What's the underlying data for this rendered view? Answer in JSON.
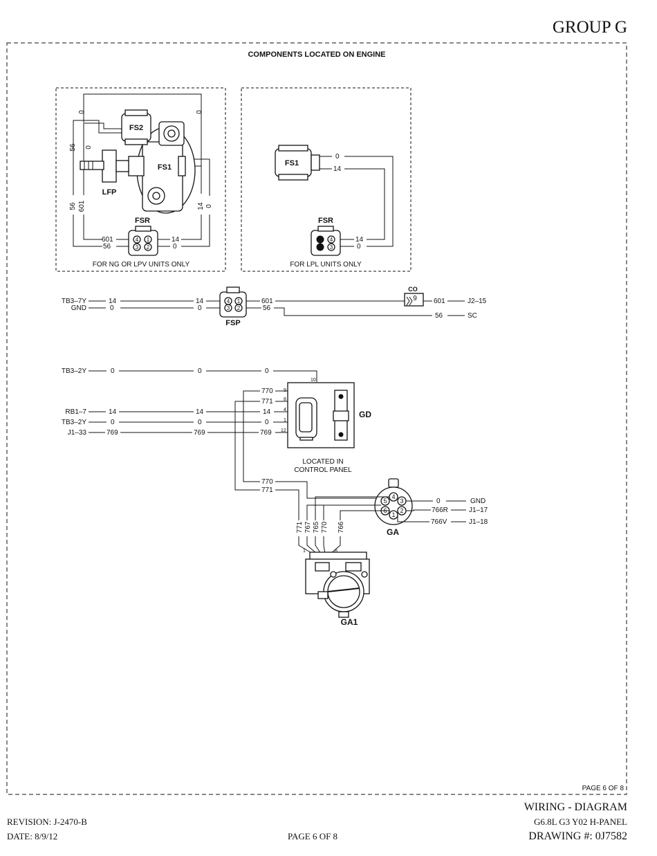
{
  "header": {
    "group": "GROUP G"
  },
  "main": {
    "title": "COMPONENTS LOCATED ON ENGINE"
  },
  "box_ng": {
    "note": "FOR NG OR LPV UNITS ONLY",
    "components": {
      "fs2": "FS2",
      "fs1": "FS1",
      "lfp": "LFP",
      "fsr": "FSR"
    },
    "wires": {
      "top_left": "0",
      "top_right": "0",
      "left_56": "56",
      "left_0": "0",
      "left2_56": "56",
      "left2_601": "601",
      "right_14": "14",
      "right_0": "0",
      "c601": "601",
      "c56": "56",
      "c14": "14",
      "c0": "0"
    },
    "pins": [
      "4",
      "1",
      "3",
      "2",
      "4",
      "1",
      "3",
      "2"
    ]
  },
  "box_lpl": {
    "note": "FOR LPL UNITS ONLY",
    "components": {
      "fs1": "FS1",
      "fsr": "FSR"
    },
    "wires": {
      "w0": "0",
      "w14": "14",
      "c14": "14",
      "c0": "0"
    },
    "pins": [
      "4",
      "3"
    ]
  },
  "fsp_section": {
    "connector": "FSP",
    "left_refs": [
      "TB3–7Y",
      "GND"
    ],
    "mid_left": [
      "14",
      "0"
    ],
    "mid_right": [
      "14",
      "0"
    ],
    "out": [
      "601",
      "56"
    ],
    "pins": [
      "4",
      "1",
      "3",
      "2"
    ],
    "co": {
      "label": "CO",
      "pin": "9",
      "wire": "601",
      "dest": "J2–15"
    },
    "sc": {
      "wire": "56",
      "dest": "SC"
    }
  },
  "gd_section": {
    "device": "GD",
    "located": [
      "LOCATED IN",
      "CONTROL PANEL"
    ],
    "tb3_2y_top": {
      "ref": "TB3–2Y",
      "w1": "0",
      "w2": "0",
      "w3": "0",
      "pin": "10"
    },
    "w770": "770",
    "w771": "771",
    "pin9": "9",
    "pin8": "8",
    "rows": [
      {
        "ref": "RB1–7",
        "w1": "14",
        "w2": "14",
        "w3": "14",
        "pin": "4"
      },
      {
        "ref": "TB3–2Y",
        "w1": "0",
        "w2": "0",
        "w3": "0",
        "pin": "1"
      },
      {
        "ref": "J1–33",
        "w1": "769",
        "w2": "769",
        "w3": "769",
        "pin": "12"
      }
    ]
  },
  "ga_section": {
    "ga": "GA",
    "ga1": "GA1",
    "w770": "770",
    "w771": "771",
    "pins": [
      "4",
      "3",
      "5",
      "2",
      "6",
      "1"
    ],
    "right": [
      {
        "wire": "0",
        "dest": "GND"
      },
      {
        "wire": "766R",
        "dest": "J1–17"
      },
      {
        "wire": "766V",
        "dest": "J1–18"
      }
    ],
    "vertical_wires": [
      "771",
      "767",
      "765",
      "770",
      "766"
    ],
    "pin_small": [
      "1",
      "8"
    ]
  },
  "page_box": "PAGE 6 OF 8",
  "footer": {
    "revision": "REVISION: J-2470-B",
    "date": "DATE: 8/9/12",
    "page": "PAGE 6 OF 8",
    "title": "WIRING - DIAGRAM",
    "model": "G6.8L G3 Y02 H-PANEL",
    "drawing": "DRAWING #: 0J7582"
  }
}
